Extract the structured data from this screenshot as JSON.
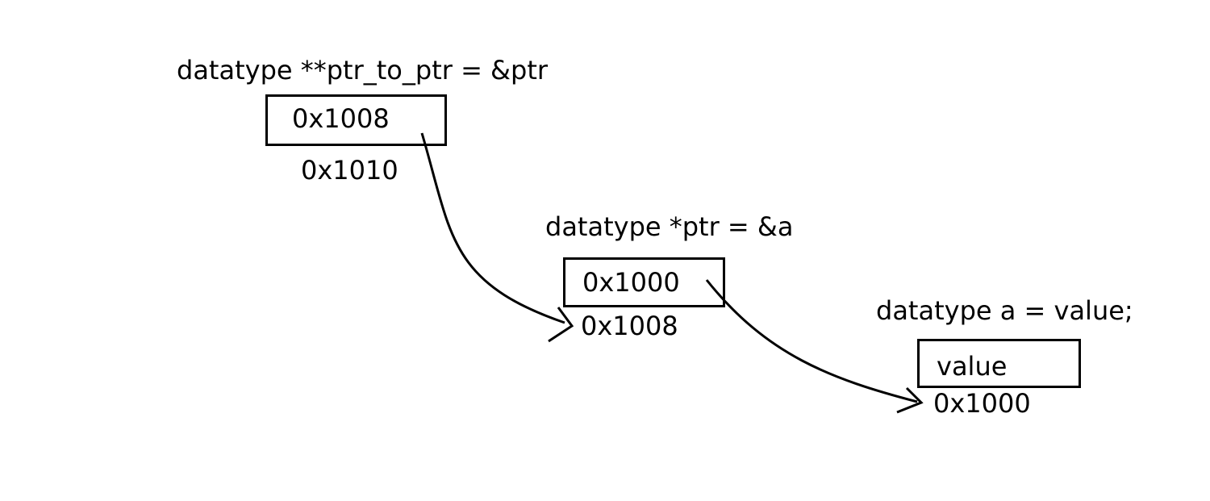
{
  "variables": [
    {
      "declaration": "datatype **ptr_to_ptr = &ptr",
      "stored_value": "0x1008",
      "address": "0x1010"
    },
    {
      "declaration": "datatype *ptr = &a",
      "stored_value": "0x1000",
      "address": "0x1008"
    },
    {
      "declaration": "datatype a = value;",
      "stored_value": "value",
      "address": "0x1000"
    }
  ]
}
